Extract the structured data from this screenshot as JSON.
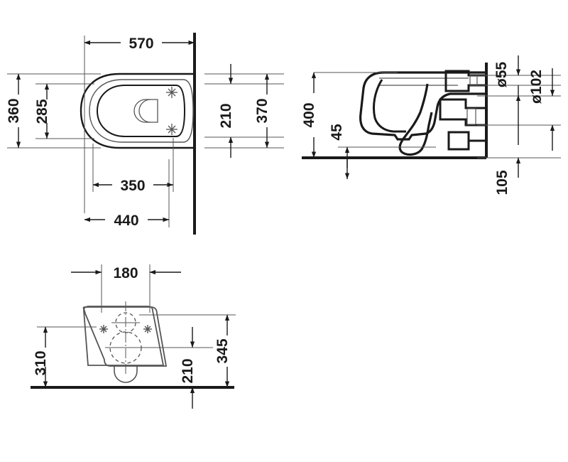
{
  "document": {
    "type": "technical-dimension-drawing",
    "subject": "wall-hung toilet",
    "units": "mm",
    "background_color": "#ffffff",
    "line_color": "#1a1a1a",
    "thin_line_color": "#555555",
    "views": [
      "plan-view",
      "side-section-view",
      "front-view"
    ]
  },
  "plan_view": {
    "name": "Top / plan view",
    "dimensions": {
      "overall_depth": "570",
      "overall_width": "360",
      "bowl_width": "285",
      "fixing_spacing": "350",
      "bowl_depth": "440",
      "outlet_offset": "210",
      "fixing_depth": "370"
    }
  },
  "side_view": {
    "name": "Side section view",
    "dimensions": {
      "seat_height": "400",
      "rim_clearance": "45",
      "outlet_small": "ø55",
      "outlet_large": "ø102",
      "outlet_height": "105"
    }
  },
  "front_view": {
    "name": "Front view",
    "dimensions": {
      "fixing_centres": "180",
      "body_height": "310",
      "outlet_height": "210",
      "overall_height": "345"
    }
  },
  "all_dimension_labels": [
    "570",
    "360",
    "285",
    "350",
    "440",
    "210",
    "370",
    "400",
    "45",
    "ø55",
    "ø102",
    "105",
    "180",
    "310",
    "210",
    "345"
  ]
}
